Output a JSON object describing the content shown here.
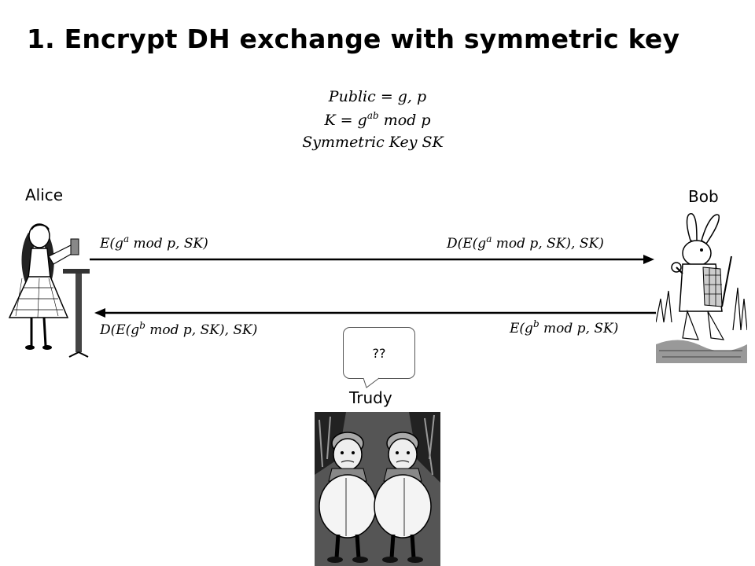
{
  "slide": {
    "title": "1. Encrypt DH exchange with symmetric key"
  },
  "equations": {
    "line1": "Public = g, p",
    "line2_main": "K  =  g",
    "line2_exp": "ab",
    "line2_rest": " mod p",
    "line3": "Symmetric Key SK"
  },
  "parties": {
    "alice": "Alice",
    "bob": "Bob",
    "trudy": "Trudy"
  },
  "messages": {
    "top_left": {
      "pre": "E(g",
      "exp": "a",
      "post": " mod p, SK)"
    },
    "top_right": {
      "pre": "D(E(g",
      "exp": "a",
      "post": " mod p, SK), SK)"
    },
    "bottom_left": {
      "pre": "D(E(g",
      "exp": "b",
      "post": " mod p, SK), SK)"
    },
    "bottom_right": {
      "pre": "E(g",
      "exp": "b",
      "post": " mod p, SK)"
    }
  },
  "trudy_bubble": "??",
  "colors": {
    "ink": "#000000",
    "background": "#ffffff"
  }
}
